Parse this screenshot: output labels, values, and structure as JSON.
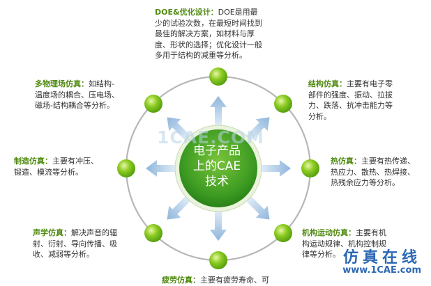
{
  "center": {
    "line1": "电子产品",
    "line2": "上的CAE",
    "line3": "技术"
  },
  "watermark": "1CAE.COM",
  "brand": {
    "name": "仿真在线",
    "url": "www.1CAE.com"
  },
  "colors": {
    "title_green": "#4f8a10",
    "node_green": "#7dbe1c",
    "arrow_blue": "#a9c8e4",
    "ring": "#b5b5b5",
    "brand_blue": "#2b67b3"
  },
  "blocks": {
    "doe": {
      "title": "DOE&优化设计：",
      "lines": [
        "DOE是用最",
        "少的试验次数，在最短时间找到",
        "最佳的解决方案，如材料与厚",
        "度、形状的选择；优化设计一般",
        "多用于结构的减重等分析。"
      ]
    },
    "multi": {
      "title": "多物理场仿真：",
      "lines": [
        "如结构-",
        "温度场的耦合、压电场、",
        "磁场-结构耦合等分析。"
      ]
    },
    "struct": {
      "title": "结构仿真：",
      "lines": [
        "主要有电子零",
        "部件的强度、振动、拉拔",
        "力、跌落、抗冲击能力等",
        "分析。"
      ]
    },
    "mfg": {
      "title": "制造仿真：",
      "lines": [
        "主要有冲压、",
        "锻造、模流等分析。"
      ]
    },
    "thermal": {
      "title": "热仿真：",
      "lines": [
        "主要有热传递、",
        "热应力、散热、热焊接、",
        "热残余应力等分析。"
      ]
    },
    "acoustic": {
      "title": "声学仿真：",
      "lines": [
        "解决声音的辐",
        "射、衍射、导向传播、吸",
        "收、减弱等分析。"
      ]
    },
    "mech": {
      "title": "机构运动仿真：",
      "lines": [
        "主要有机",
        "构运动规律、机构控制规",
        "律等分析。"
      ]
    },
    "bottom": {
      "title": "疲劳仿真：",
      "lines": [
        "主要有疲劳寿命、可"
      ]
    }
  }
}
